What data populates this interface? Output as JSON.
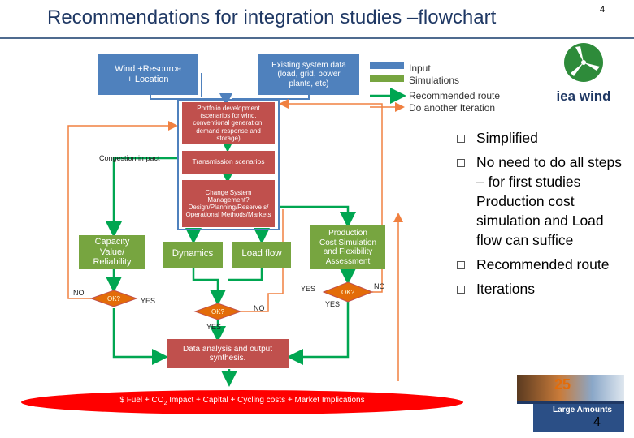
{
  "slide": {
    "title": "Recommendations for integration studies –flowchart",
    "page_number_top": "4",
    "page_number_bottom": "4"
  },
  "flowchart": {
    "wind_box": {
      "line1": "Wind +Resource",
      "line2": "+ Location"
    },
    "existing_box": {
      "line1": "Existing system data",
      "line2": "(load, grid, power",
      "line3": "plants, etc)"
    },
    "portfolio_box": "Portfolio development (scenarios for wind, conventional generation, demand response and storage)",
    "transmission_box": "Transmission scenarios",
    "change_box_title": "Change System Management?",
    "change_box_body": "Design/Planning/Reserve s/ Operational Methods/Markets",
    "capacity_box": {
      "line1": "Capacity",
      "line2": "Value/",
      "line3": "Reliability"
    },
    "dynamics_box": "Dynamics",
    "loadflow_box": "Load flow",
    "production_box": {
      "line1": "Production",
      "line2": "Cost Simulation",
      "line3": "and Flexibility",
      "line4": "Assessment"
    },
    "data_analysis_box": {
      "line1": "Data analysis and output",
      "line2": "synthesis."
    },
    "congestion_label": "Congestion impact",
    "decision_text": "OK?",
    "yes": "YES",
    "no": "NO",
    "ellipse_text_a": "$ Fuel + CO",
    "ellipse_sub": "2",
    "ellipse_text_b": " Impact + Capital + Cycling costs + Market Implications"
  },
  "legend": {
    "input": "Input",
    "simulations": "Simulations",
    "recommended": "Recommended route",
    "iteration": "Do another Iteration",
    "colors": {
      "input": "#4f81bd",
      "simulations": "#77a540",
      "recommended": "#00a651",
      "iteration": "#f08040"
    }
  },
  "logos": {
    "iea_wind": "iea wind",
    "large_amounts": "Large Amounts",
    "large_amounts_number": "25"
  },
  "bullets": [
    "Simplified",
    "No need to do all steps – for first studies Production cost simulation and Load flow can suffice",
    "Recommended route",
    "Iterations"
  ]
}
